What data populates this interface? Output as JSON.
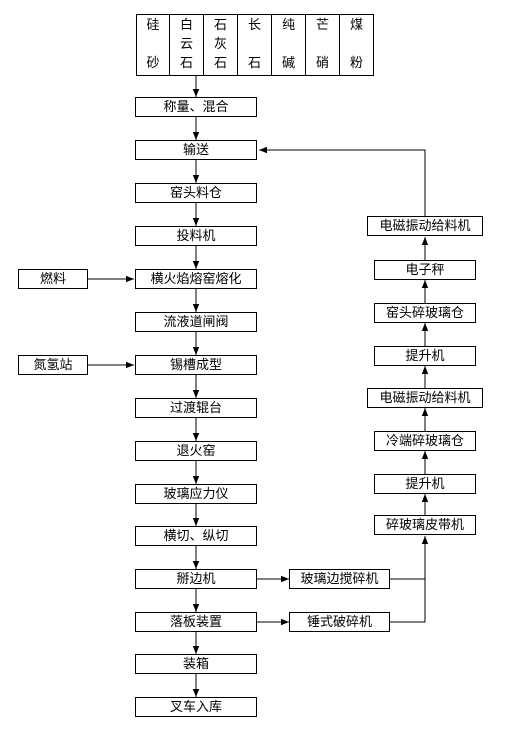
{
  "raw_materials": [
    {
      "line1": "硅",
      "line2": "",
      "line3": "砂"
    },
    {
      "line1": "白",
      "line2": "云",
      "line3": "石"
    },
    {
      "line1": "石",
      "line2": "灰",
      "line3": "石"
    },
    {
      "line1": "长",
      "line2": "",
      "line3": "石"
    },
    {
      "line1": "纯",
      "line2": "",
      "line3": "碱"
    },
    {
      "line1": "芒",
      "line2": "",
      "line3": "硝"
    },
    {
      "line1": "煤",
      "line2": "",
      "line3": "粉"
    }
  ],
  "main_steps": [
    "称量、混合",
    "输送",
    "窑头料仓",
    "投料机",
    "横火焰熔窑熔化",
    "流液道闸阀",
    "锡槽成型",
    "过渡辊台",
    "退火窑",
    "玻璃应力仪",
    "横切、纵切",
    "掰边机",
    "落板装置",
    "装箱",
    "叉车入库"
  ],
  "side_inputs": {
    "fuel": "燃料",
    "nitrogen_hydrogen": "氮氢站"
  },
  "crusher_steps": {
    "edge_crusher": "玻璃边搅碎机",
    "hammer_crusher": "锤式破碎机"
  },
  "return_line": [
    "碎玻璃皮带机",
    "提升机",
    "冷端碎玻璃仓",
    "电磁振动给料机",
    "提升机",
    "窑头碎玻璃仓",
    "电子秤",
    "电磁振动给料机"
  ]
}
